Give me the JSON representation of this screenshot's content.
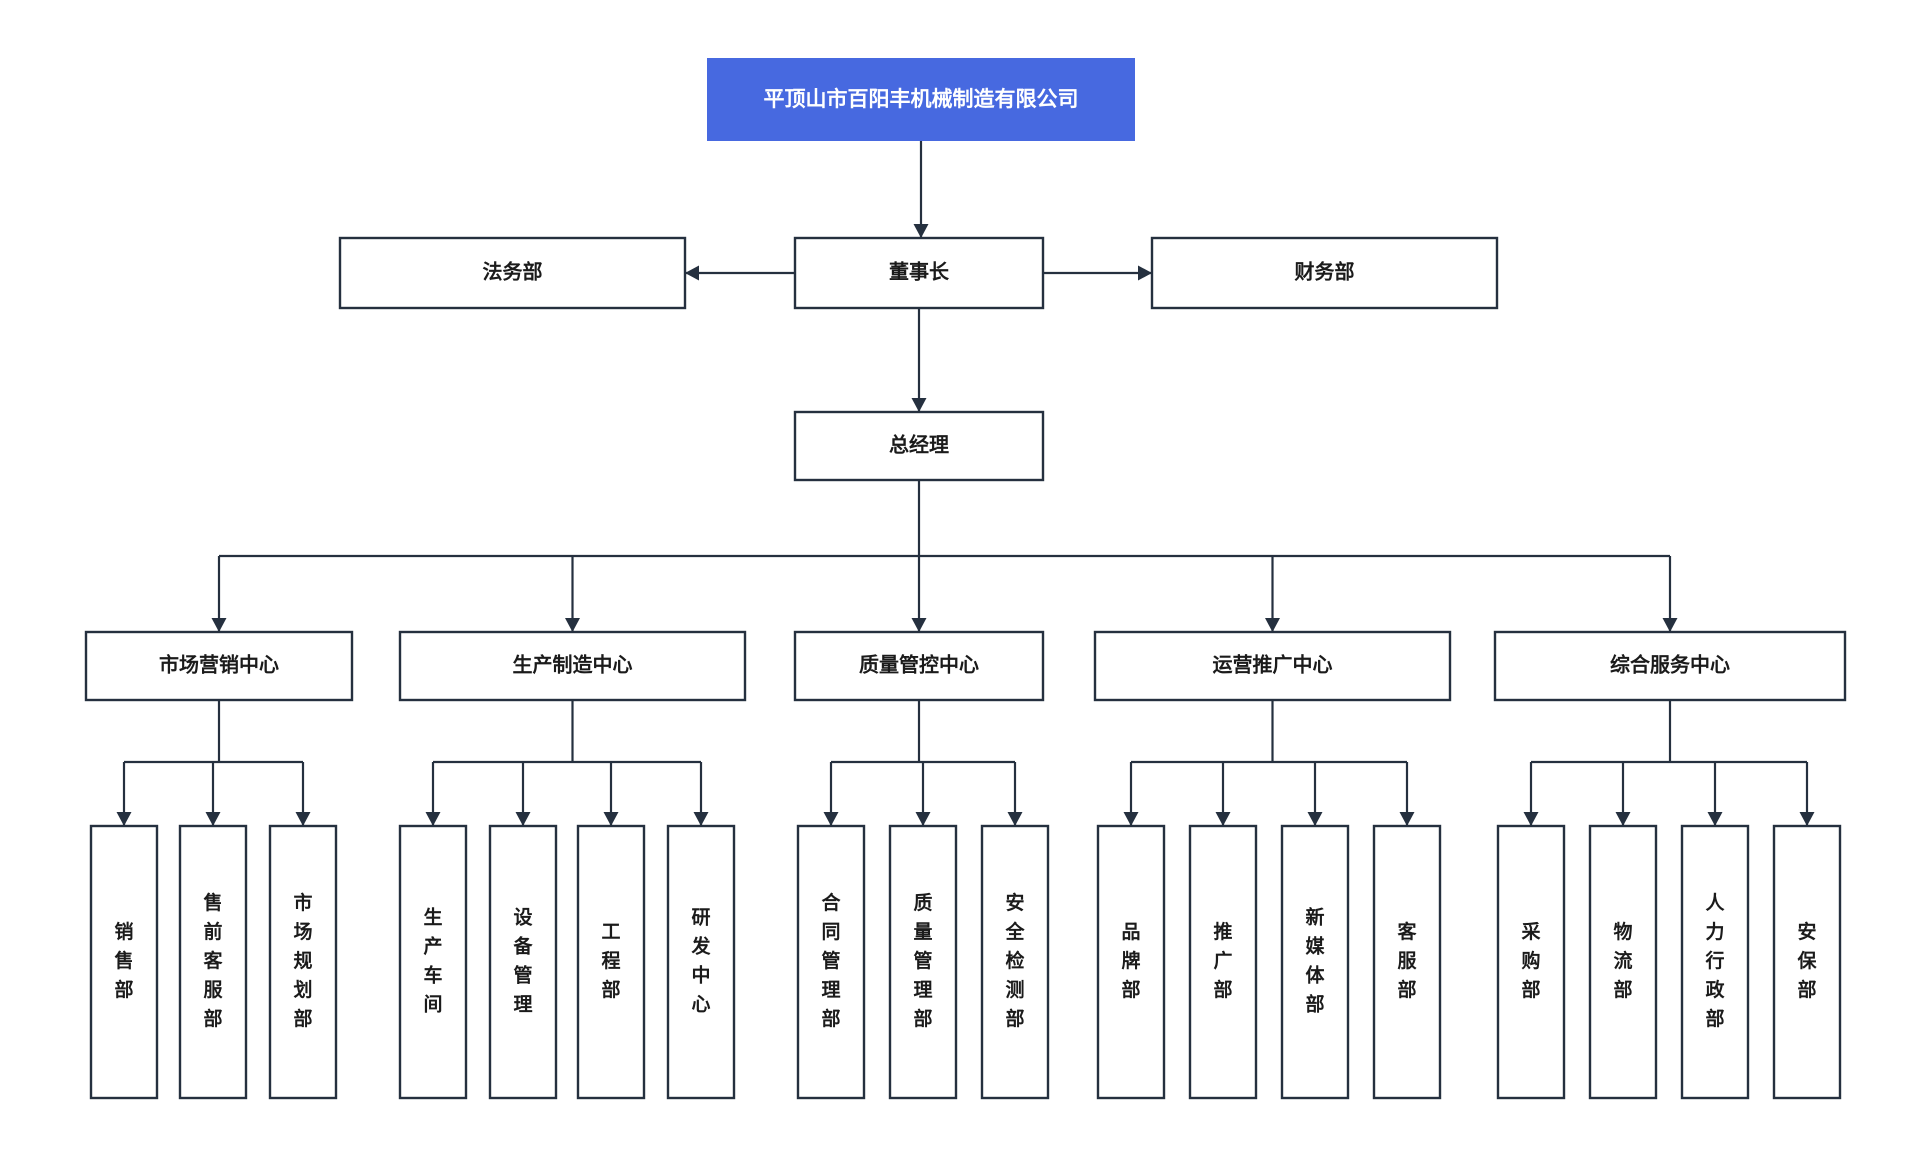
{
  "diagram": {
    "title": "平顶山市百阳丰机械制造有限公司",
    "type": "organization-chart",
    "colors": {
      "root_fill": "#4769e0",
      "root_text": "#ffffff",
      "box_stroke": "#25303f",
      "box_fill": "#ffffff",
      "connector": "#25303f",
      "text": "#1b1b1b",
      "background": "#ffffff"
    },
    "root": {
      "label": "平顶山市百阳丰机械制造有限公司"
    },
    "level2": {
      "left": {
        "label": "法务部"
      },
      "center": {
        "label": "董事长"
      },
      "right": {
        "label": "财务部"
      }
    },
    "level3": {
      "center": {
        "label": "总经理"
      }
    },
    "centers": [
      {
        "label": "市场营销中心",
        "children": [
          {
            "label": "销售部"
          },
          {
            "label": "售前客服部"
          },
          {
            "label": "市场规划部"
          }
        ]
      },
      {
        "label": "生产制造中心",
        "children": [
          {
            "label": "生产车间"
          },
          {
            "label": "设备管理"
          },
          {
            "label": "工程部"
          },
          {
            "label": "研发中心"
          }
        ]
      },
      {
        "label": "质量管控中心",
        "children": [
          {
            "label": "合同管理部"
          },
          {
            "label": "质量管理部"
          },
          {
            "label": "安全检测部"
          }
        ]
      },
      {
        "label": "运营推广中心",
        "children": [
          {
            "label": "品牌部"
          },
          {
            "label": "推广部"
          },
          {
            "label": "新媒体部"
          },
          {
            "label": "客服部"
          }
        ]
      },
      {
        "label": "综合服务中心",
        "children": [
          {
            "label": "采购部"
          },
          {
            "label": "物流部"
          },
          {
            "label": "人力行政部"
          },
          {
            "label": "安保部"
          }
        ]
      }
    ]
  }
}
